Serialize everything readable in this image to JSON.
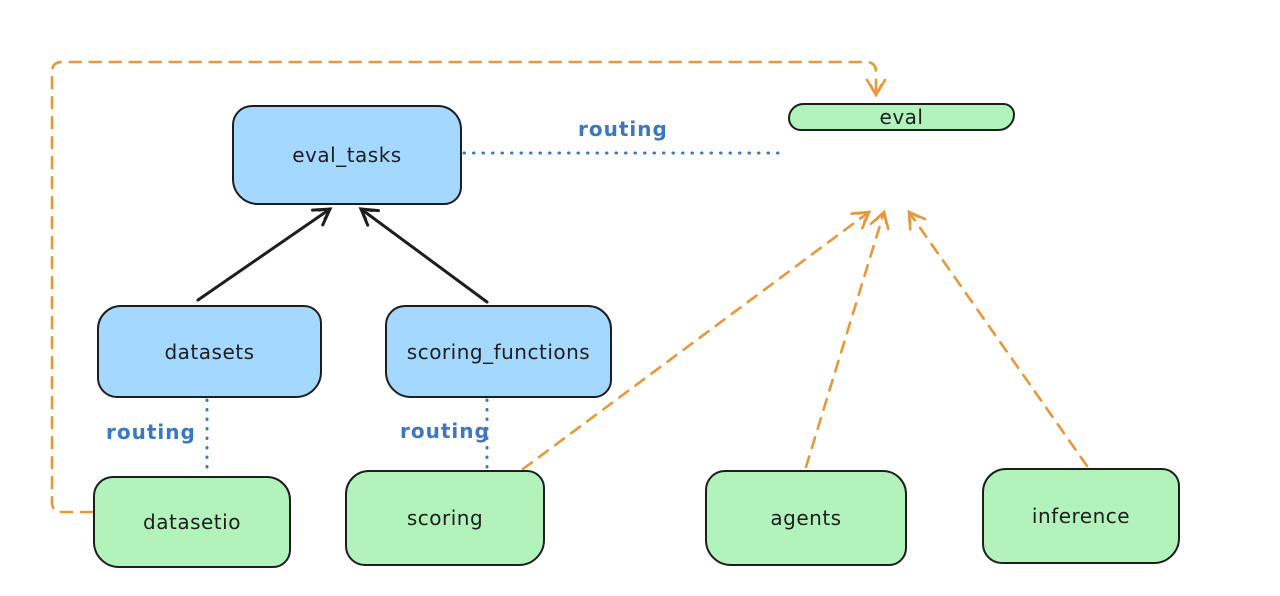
{
  "diagram": {
    "background": "#ffffff",
    "colors": {
      "node_border": "#1e1e1e",
      "blue_node_fill": "#a5d8ff",
      "green_node_fill": "#b2f2bb",
      "routing_blue": "#3b78c2",
      "orange_dashed": "#e8973a",
      "black_arrow": "#1e1e1e"
    },
    "nodes": {
      "eval_tasks": {
        "label": "eval_tasks",
        "fill": "blue"
      },
      "eval": {
        "label": "eval",
        "fill": "green"
      },
      "datasets": {
        "label": "datasets",
        "fill": "blue"
      },
      "scoring_functions": {
        "label": "scoring_functions",
        "fill": "blue"
      },
      "datasetio": {
        "label": "datasetio",
        "fill": "green"
      },
      "scoring": {
        "label": "scoring",
        "fill": "green"
      },
      "agents": {
        "label": "agents",
        "fill": "green"
      },
      "inference": {
        "label": "inference",
        "fill": "green"
      }
    },
    "edges": [
      {
        "from": "datasets",
        "to": "eval_tasks",
        "style": "solid",
        "color": "black",
        "arrowhead": "end"
      },
      {
        "from": "scoring_functions",
        "to": "eval_tasks",
        "style": "solid",
        "color": "black",
        "arrowhead": "end"
      },
      {
        "from": "eval_tasks",
        "to": "eval",
        "style": "dotted",
        "color": "routing_blue",
        "label": "routing"
      },
      {
        "from": "datasets",
        "to": "datasetio",
        "style": "dotted",
        "color": "routing_blue",
        "label": "routing"
      },
      {
        "from": "scoring_functions",
        "to": "scoring",
        "style": "dotted",
        "color": "routing_blue",
        "label": "routing"
      },
      {
        "from": "scoring",
        "to": "eval",
        "style": "dashed",
        "color": "orange",
        "arrowhead": "end"
      },
      {
        "from": "agents",
        "to": "eval",
        "style": "dashed",
        "color": "orange",
        "arrowhead": "end"
      },
      {
        "from": "inference",
        "to": "eval",
        "style": "dashed",
        "color": "orange",
        "arrowhead": "end"
      },
      {
        "from": "datasetio",
        "to": "eval",
        "style": "dashed",
        "color": "orange",
        "arrowhead": "end",
        "route": "left-then-top"
      }
    ],
    "edge_labels": {
      "eval_tasks_to_eval": "routing",
      "datasets_to_datasetio": "routing",
      "scoring_functions_to_scoring": "routing"
    }
  }
}
